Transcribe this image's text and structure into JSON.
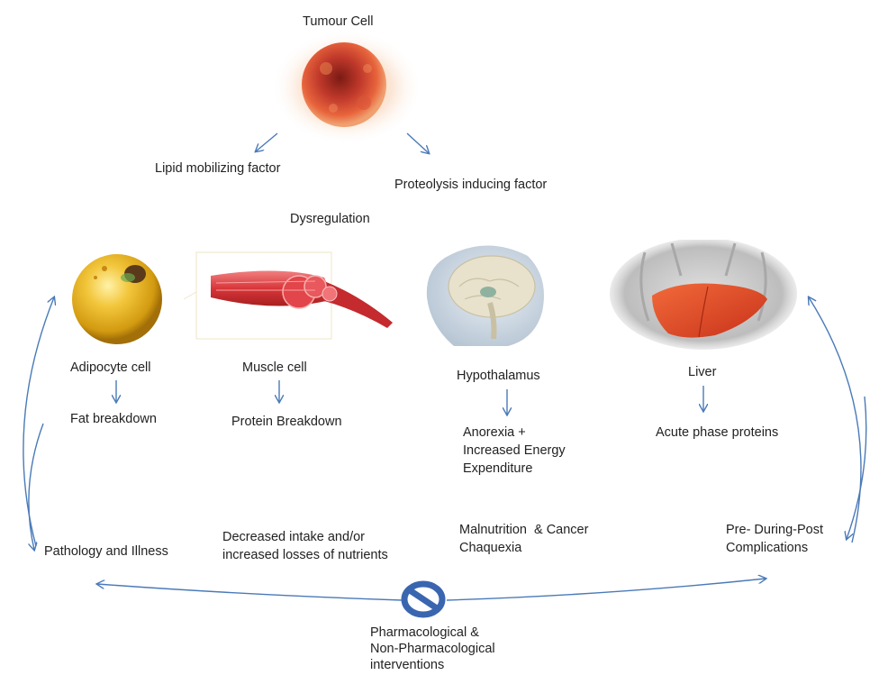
{
  "tumour": {
    "label": "Tumour  Cell"
  },
  "factors": {
    "lipid": "Lipid mobilizing factor",
    "proteolysis": "Proteolysis inducing factor"
  },
  "dysregulation": "Dysregulation",
  "organs": {
    "adipocyte": {
      "label": "Adipocyte  cell",
      "effect": "Fat breakdown"
    },
    "muscle": {
      "label": "Muscle cell",
      "effect": "Protein  Breakdown"
    },
    "hypothalamus": {
      "label": "Hypothalamus",
      "effect": "Anorexia +\nIncreased Energy\nExpenditure"
    },
    "liver": {
      "label": "Liver",
      "effect": "Acute phase proteins"
    }
  },
  "outcomes": {
    "pathology": "Pathology and Illness",
    "intake": "Decreased intake and/or\nincreased losses of nutrients",
    "malnutrition": "Malnutrition  & Cancer\nChaquexia",
    "complications": "Pre- During-Post\nComplications"
  },
  "interventions": "Pharmacological &\nNon-Pharmacological\ninterventions",
  "colors": {
    "arrow": "#4a7ab8",
    "tumour": "#c0392b",
    "adipocyte": "#e8b31a",
    "muscle": "#d9363a",
    "liver": "#e24a26",
    "brain": "#e8e2cc",
    "noSign": "#3a66b0"
  }
}
